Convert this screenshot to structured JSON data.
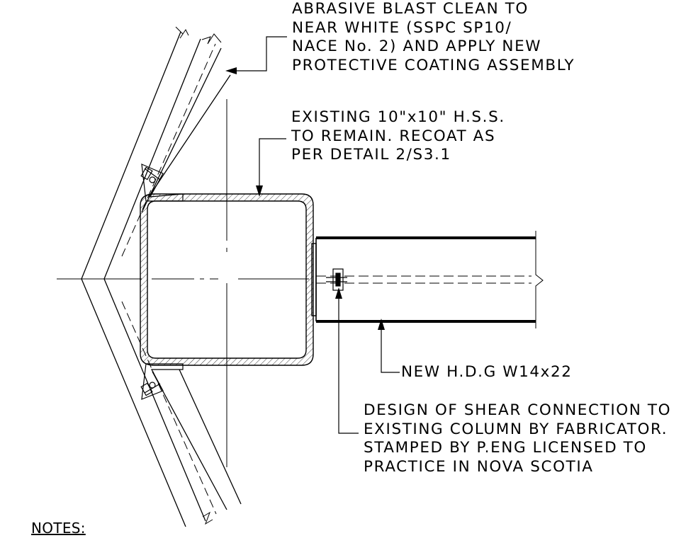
{
  "notes": {
    "blast": {
      "lines": [
        "ABRASIVE BLAST CLEAN TO",
        "NEAR WHITE (SSPC SP10/",
        "NACE No. 2) AND APPLY NEW",
        "PROTECTIVE COATING ASSEMBLY"
      ]
    },
    "hss": {
      "lines": [
        "EXISTING 10\"x10\" H.S.S.",
        "TO REMAIN. RECOAT AS",
        "PER DETAIL 2/S3.1"
      ]
    },
    "beam": {
      "lines": [
        "NEW H.D.G W14x22"
      ]
    },
    "shear": {
      "lines": [
        "DESIGN OF SHEAR CONNECTION TO",
        "EXISTING COLUMN BY FABRICATOR.",
        "STAMPED BY P.ENG LICENSED TO",
        "PRACTICE IN NOVA SCOTIA"
      ]
    }
  },
  "notes_heading": "NOTES:",
  "colors": {
    "line": "#000000",
    "background": "#ffffff"
  }
}
